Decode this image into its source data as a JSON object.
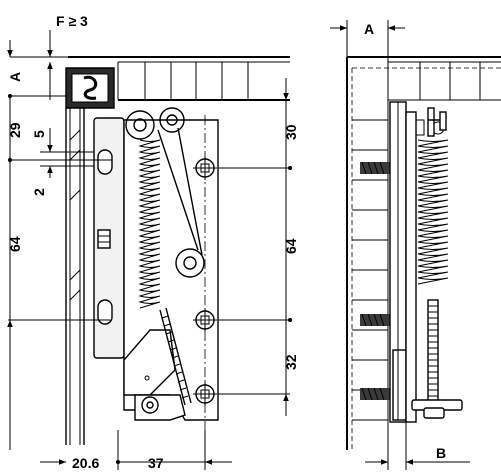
{
  "left_view": {
    "labels": {
      "f_min": "F ≥ 3",
      "a": "A",
      "dim_29": "29",
      "dim_5": "5",
      "dim_2": "2",
      "dim_64_left": "64",
      "dim_30": "30",
      "dim_64_right": "64",
      "dim_32": "32",
      "dim_20_6": "20.6",
      "dim_37": "37"
    }
  },
  "right_view": {
    "labels": {
      "a": "A",
      "b": "B"
    }
  }
}
